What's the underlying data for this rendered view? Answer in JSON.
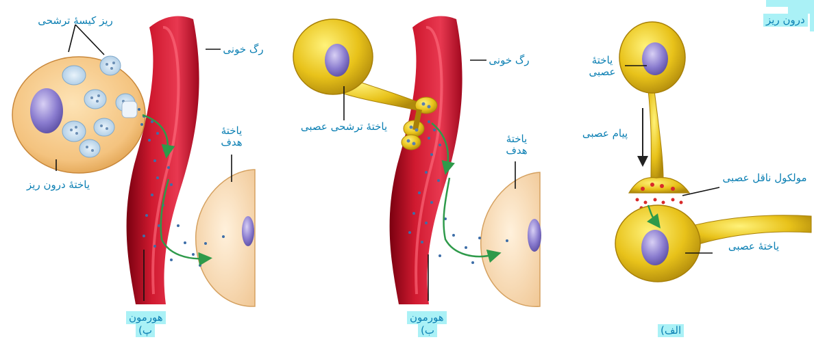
{
  "corner_label": "درون ریز",
  "panel_left": {
    "vesicle_label": "ریز کیسهٔ ترشحی",
    "gland_cell_label": "یاختهٔ درون ریز",
    "vessel_label": "رگ خونی",
    "target_line1": "یاختهٔ",
    "target_line2": "هدف",
    "hormone_label": "هورمون",
    "panel_letter": "پ)"
  },
  "panel_middle": {
    "secretory_neuron_label": "یاختهٔ ترشحی عصبی",
    "vessel_label": "رگ خونی",
    "target_line1": "یاختهٔ",
    "target_line2": "هدف",
    "hormone_label": "هورمون",
    "panel_letter": "ب)"
  },
  "panel_right": {
    "neuron_top_line1": "یاختهٔ",
    "neuron_top_line2": "عصبی",
    "signal_label": "پیام عصبی",
    "transmitter_label": "مولکول ناقل عصبی",
    "neuron_bottom_label": "یاختهٔ عصبی",
    "panel_letter": "الف)"
  },
  "colors": {
    "label_text": "#0b7fb3",
    "highlight": "#aaf1f6",
    "vessel": "#c8102e",
    "neuron_yellow": "#e8c21a",
    "gland_orange": "#f4c37f",
    "nucleus": "#8a7ccf",
    "arrow_green": "#2e9a4a"
  }
}
